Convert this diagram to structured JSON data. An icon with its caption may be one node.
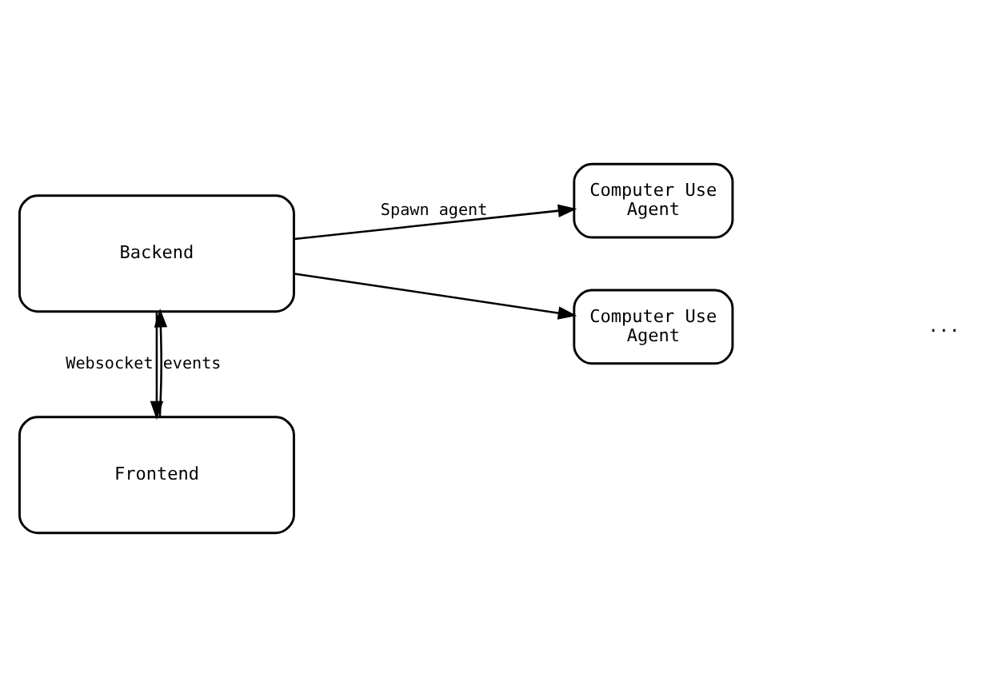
{
  "diagram": {
    "nodes": [
      {
        "text": [
          "Frontend"
        ]
      },
      {
        "text": [
          "Backend"
        ]
      },
      {
        "text": [
          "Computer Use Agent"
        ]
      },
      {
        "text": [
          "Computer Use Agent"
        ]
      }
    ],
    "edges": [
      {
        "from": 1,
        "to": 0,
        "arrow": "to",
        "label": "Websocket events"
      },
      {
        "from": 0,
        "to": 1,
        "arrow": "to"
      },
      {
        "from": 1,
        "to": 2,
        "arrow": "to",
        "label": "Spawn agent"
      },
      {
        "from": 1,
        "to": 3,
        "arrow": "to"
      }
    ],
    "labels": [
      "..."
    ]
  }
}
